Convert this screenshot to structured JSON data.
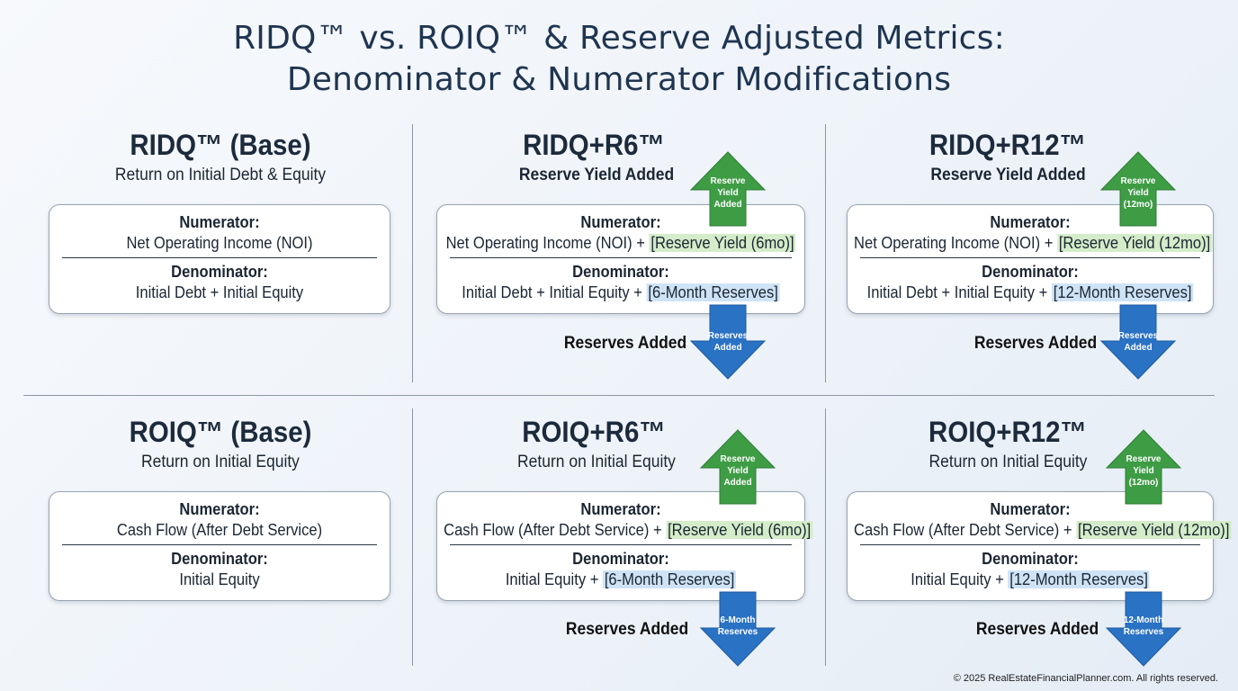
{
  "title": {
    "line1": "RIDQ™ vs. ROIQ™ & Reserve Adjusted Metrics:",
    "line2": "Denominator & Numerator Modifications"
  },
  "panels": [
    {
      "title": "RIDQ™ (Base)",
      "subtitle": "Return on Initial Debt & Equity",
      "numerator_label": "Numerator:",
      "numerator": "Net Operating Income (NOI)",
      "denominator_label": "Denominator:",
      "denominator": "Initial Debt + Initial Equity"
    },
    {
      "title": "RIDQ+R6™",
      "subtitle": "Reserve Yield Added",
      "numerator_label": "Numerator:",
      "numerator_base": "Net Operating Income (NOI) + ",
      "numerator_added": "[Reserve Yield (6mo)]",
      "denominator_label": "Denominator:",
      "denominator_base": "Initial Debt + Initial Equity + ",
      "denominator_added": "[6-Month Reserves]",
      "up_arrow_text": "Reserve Yield Added",
      "reserves_added": "Reserves Added",
      "down_arrow_text": "Reserves Added"
    },
    {
      "title": "RIDQ+R12™",
      "subtitle": "Reserve Yield Added",
      "numerator_label": "Numerator:",
      "numerator_base": "Net Operating Income (NOI) + ",
      "numerator_added": "[Reserve Yield (12mo)]",
      "denominator_label": "Denominator:",
      "denominator_base": "Initial Debt + Initial Equity + ",
      "denominator_added": "[12-Month Reserves]",
      "up_arrow_text": "Reserve Yield (12mo)",
      "reserves_added": "Reserves Added",
      "down_arrow_text": "Reserves Added"
    },
    {
      "title": "ROIQ™ (Base)",
      "subtitle": "Return on Initial Equity",
      "numerator_label": "Numerator:",
      "numerator": "Cash Flow (After Debt Service)",
      "denominator_label": "Denominator:",
      "denominator": "Initial Equity"
    },
    {
      "title": "ROIQ+R6™",
      "subtitle": "Return on Initial Equity",
      "numerator_label": "Numerator:",
      "numerator_base": "Cash Flow (After Debt Service) + ",
      "numerator_added": "[Reserve Yield (6mo)]",
      "denominator_label": "Denominator:",
      "denominator_base": "Initial Equity + ",
      "denominator_added": "[6-Month Reserves]",
      "up_arrow_text": "Reserve Yield Added",
      "reserves_added": "Reserves Added",
      "down_arrow_text": "6-Month Reserves"
    },
    {
      "title": "ROIQ+R12™",
      "subtitle": "Return on Initial Equity",
      "numerator_label": "Numerator:",
      "numerator_base": "Cash Flow (After Debt Service) + ",
      "numerator_added": "[Reserve Yield (12mo)]",
      "denominator_label": "Denominator:",
      "denominator_base": "Initial Equity + ",
      "denominator_added": "[12-Month Reserves]",
      "up_arrow_text": "Reserve Yield (12mo)",
      "reserves_added": "Reserves Added",
      "down_arrow_text": "12-Month Reserves"
    }
  ],
  "colors": {
    "up_arrow": "#3e9c45",
    "down_arrow": "#2a72c4",
    "numerator_highlight": "#d4ecc9",
    "denominator_highlight": "#cfe3f6"
  },
  "footer": "© 2025 RealEstateFinancialPlanner.com. All rights reserved."
}
